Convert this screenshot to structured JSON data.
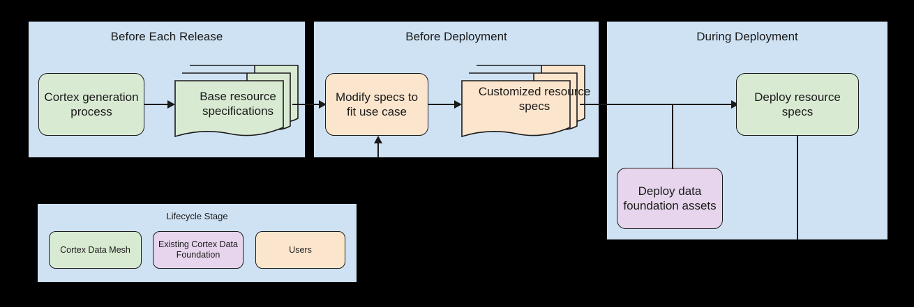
{
  "diagram": {
    "lanes": [
      {
        "title": "Before Each Release"
      },
      {
        "title": "Before Deployment"
      },
      {
        "title": "During Deployment"
      }
    ],
    "nodes": {
      "cortex_generation_process": "Cortex generation process",
      "base_resource_specifications": "Base resource specifications",
      "modify_specs": "Modify specs to fit use case",
      "customized_resource_specs": "Customized resource specs",
      "deploy_resource_specs": "Deploy resource specs",
      "deploy_data_foundation_assets": "Deploy data foundation assets"
    },
    "colors": {
      "lane_fill": "#CFE2F3",
      "green_fill": "#D9EAD3",
      "orange_fill": "#FCE5CD",
      "purple_fill": "#E6D5EC",
      "stroke": "#1a1a1a",
      "background": "#000000"
    }
  },
  "legend": {
    "title": "Lifecycle Stage",
    "keys": [
      {
        "label": "Cortex Data Mesh",
        "color": "#D9EAD3"
      },
      {
        "label": "Existing Cortex Data Foundation",
        "color": "#E6D5EC"
      },
      {
        "label": "Users",
        "color": "#FCE5CD"
      }
    ]
  }
}
